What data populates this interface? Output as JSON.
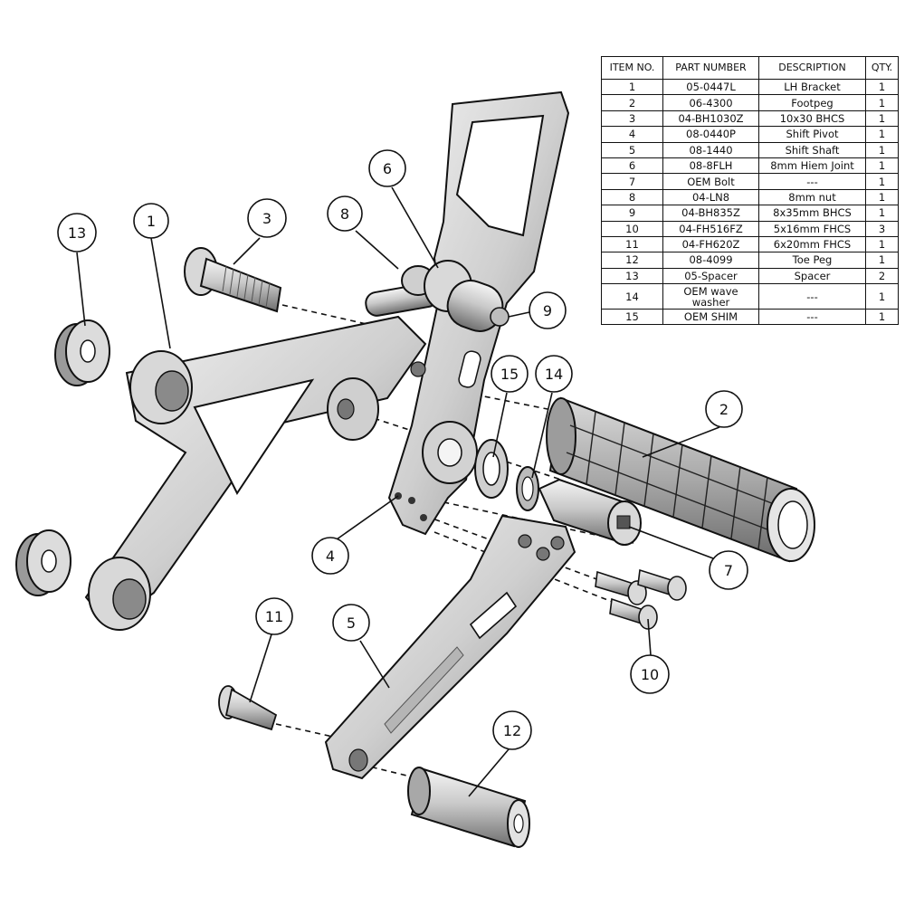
{
  "bom": {
    "headers": {
      "item": "ITEM NO.",
      "part": "PART NUMBER",
      "description": "DESCRIPTION",
      "qty": "QTY."
    },
    "rows": [
      {
        "item": "1",
        "part": "05-0447L",
        "description": "LH Bracket",
        "qty": "1"
      },
      {
        "item": "2",
        "part": "06-4300",
        "description": "Footpeg",
        "qty": "1"
      },
      {
        "item": "3",
        "part": "04-BH1030Z",
        "description": "10x30 BHCS",
        "qty": "1"
      },
      {
        "item": "4",
        "part": "08-0440P",
        "description": "Shift Pivot",
        "qty": "1"
      },
      {
        "item": "5",
        "part": "08-1440",
        "description": "Shift Shaft",
        "qty": "1"
      },
      {
        "item": "6",
        "part": "08-8FLH",
        "description": "8mm Hiem Joint",
        "qty": "1"
      },
      {
        "item": "7",
        "part": "OEM Bolt",
        "description": "---",
        "qty": "1"
      },
      {
        "item": "8",
        "part": "04-LN8",
        "description": "8mm nut",
        "qty": "1"
      },
      {
        "item": "9",
        "part": "04-BH835Z",
        "description": "8x35mm BHCS",
        "qty": "1"
      },
      {
        "item": "10",
        "part": "04-FH516FZ",
        "description": "5x16mm FHCS",
        "qty": "3"
      },
      {
        "item": "11",
        "part": "04-FH620Z",
        "description": "6x20mm FHCS",
        "qty": "1"
      },
      {
        "item": "12",
        "part": "08-4099",
        "description": "Toe Peg",
        "qty": "1"
      },
      {
        "item": "13",
        "part": "05-Spacer",
        "description": "Spacer",
        "qty": "2"
      },
      {
        "item": "14",
        "part": "OEM wave washer",
        "description": "---",
        "qty": "1"
      },
      {
        "item": "15",
        "part": "OEM SHIM",
        "description": "---",
        "qty": "1"
      }
    ]
  },
  "callouts": [
    {
      "label": "1"
    },
    {
      "label": "2"
    },
    {
      "label": "3"
    },
    {
      "label": "4"
    },
    {
      "label": "5"
    },
    {
      "label": "6"
    },
    {
      "label": "7"
    },
    {
      "label": "8"
    },
    {
      "label": "9"
    },
    {
      "label": "10"
    },
    {
      "label": "11"
    },
    {
      "label": "12"
    },
    {
      "label": "13"
    },
    {
      "label": "14"
    },
    {
      "label": "15"
    }
  ],
  "colors": {
    "line": "#111111",
    "metal_light": "#e6e6e6",
    "metal_mid": "#bdbdbd",
    "metal_dark": "#7a7a7a",
    "background": "#ffffff"
  }
}
